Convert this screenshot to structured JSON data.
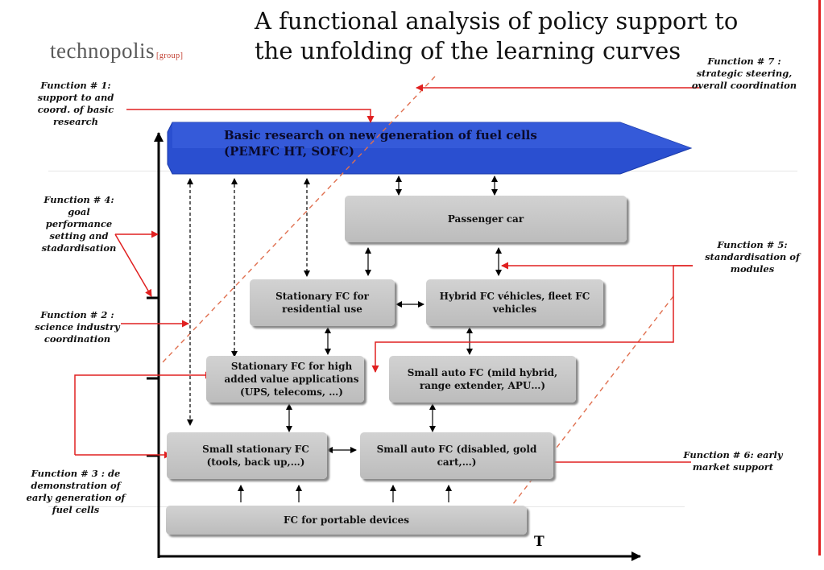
{
  "title": "A functional analysis of policy support to the unfolding of the learning curves",
  "logo": {
    "name": "technopolis",
    "suffix": "[group]"
  },
  "axis": {
    "x_label": "T"
  },
  "colors": {
    "accent_red": "#e02020",
    "blue_arrow": "#2a4fd0",
    "box_grey": "#c8c8c8"
  },
  "functions": {
    "f1": "Function # 1: support to and coord. of basic research",
    "f2": "Function # 2 : science industry coordination",
    "f3": "Function # 3 : de demonstration of early generation of fuel cells",
    "f4": "Function # 4: goal performance setting and stadardisation",
    "f5": "Function # 5: standardisation of modules",
    "f6": "Function # 6: early market support",
    "f7": "Function # 7 : strategic steering, overall coordination"
  },
  "boxes": {
    "basic_research": "Basic research on new generation of fuel cells (PEMFC HT, SOFC)",
    "passenger_car": "Passenger car",
    "stationary_residential": "Stationary FC for residential use",
    "hybrid_vehicles": "Hybrid FC véhicles, fleet FC vehicles",
    "stationary_high_value": "Stationary FC for high added value applications (UPS, telecoms, …)",
    "small_auto_mild": "Small auto FC (mild hybrid, range extender, APU…)",
    "small_stationary": "Small stationary FC (tools, back up,…)",
    "small_auto_disabled": "Small auto FC (disabled, gold cart,…)",
    "portable": "FC for portable devices"
  }
}
